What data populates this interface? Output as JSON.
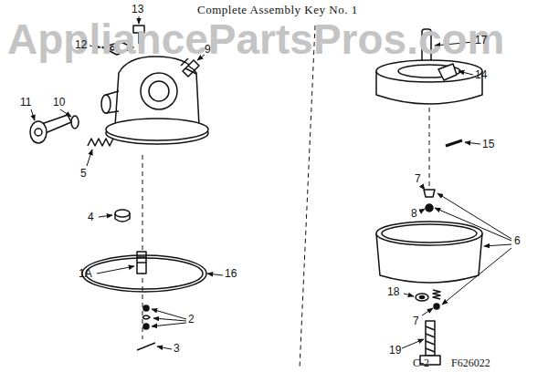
{
  "diagram": {
    "title": "Complete Assembly Key No. 1",
    "labels": [
      "AppliancePartsPros.com",
      "13",
      "12",
      "9",
      "11",
      "10",
      "5",
      "4",
      "1A",
      "16",
      "2",
      "3",
      "17",
      "14",
      "15",
      "7",
      "8",
      "6",
      "7",
      "18",
      "19",
      "C-2",
      "F626022"
    ]
  }
}
